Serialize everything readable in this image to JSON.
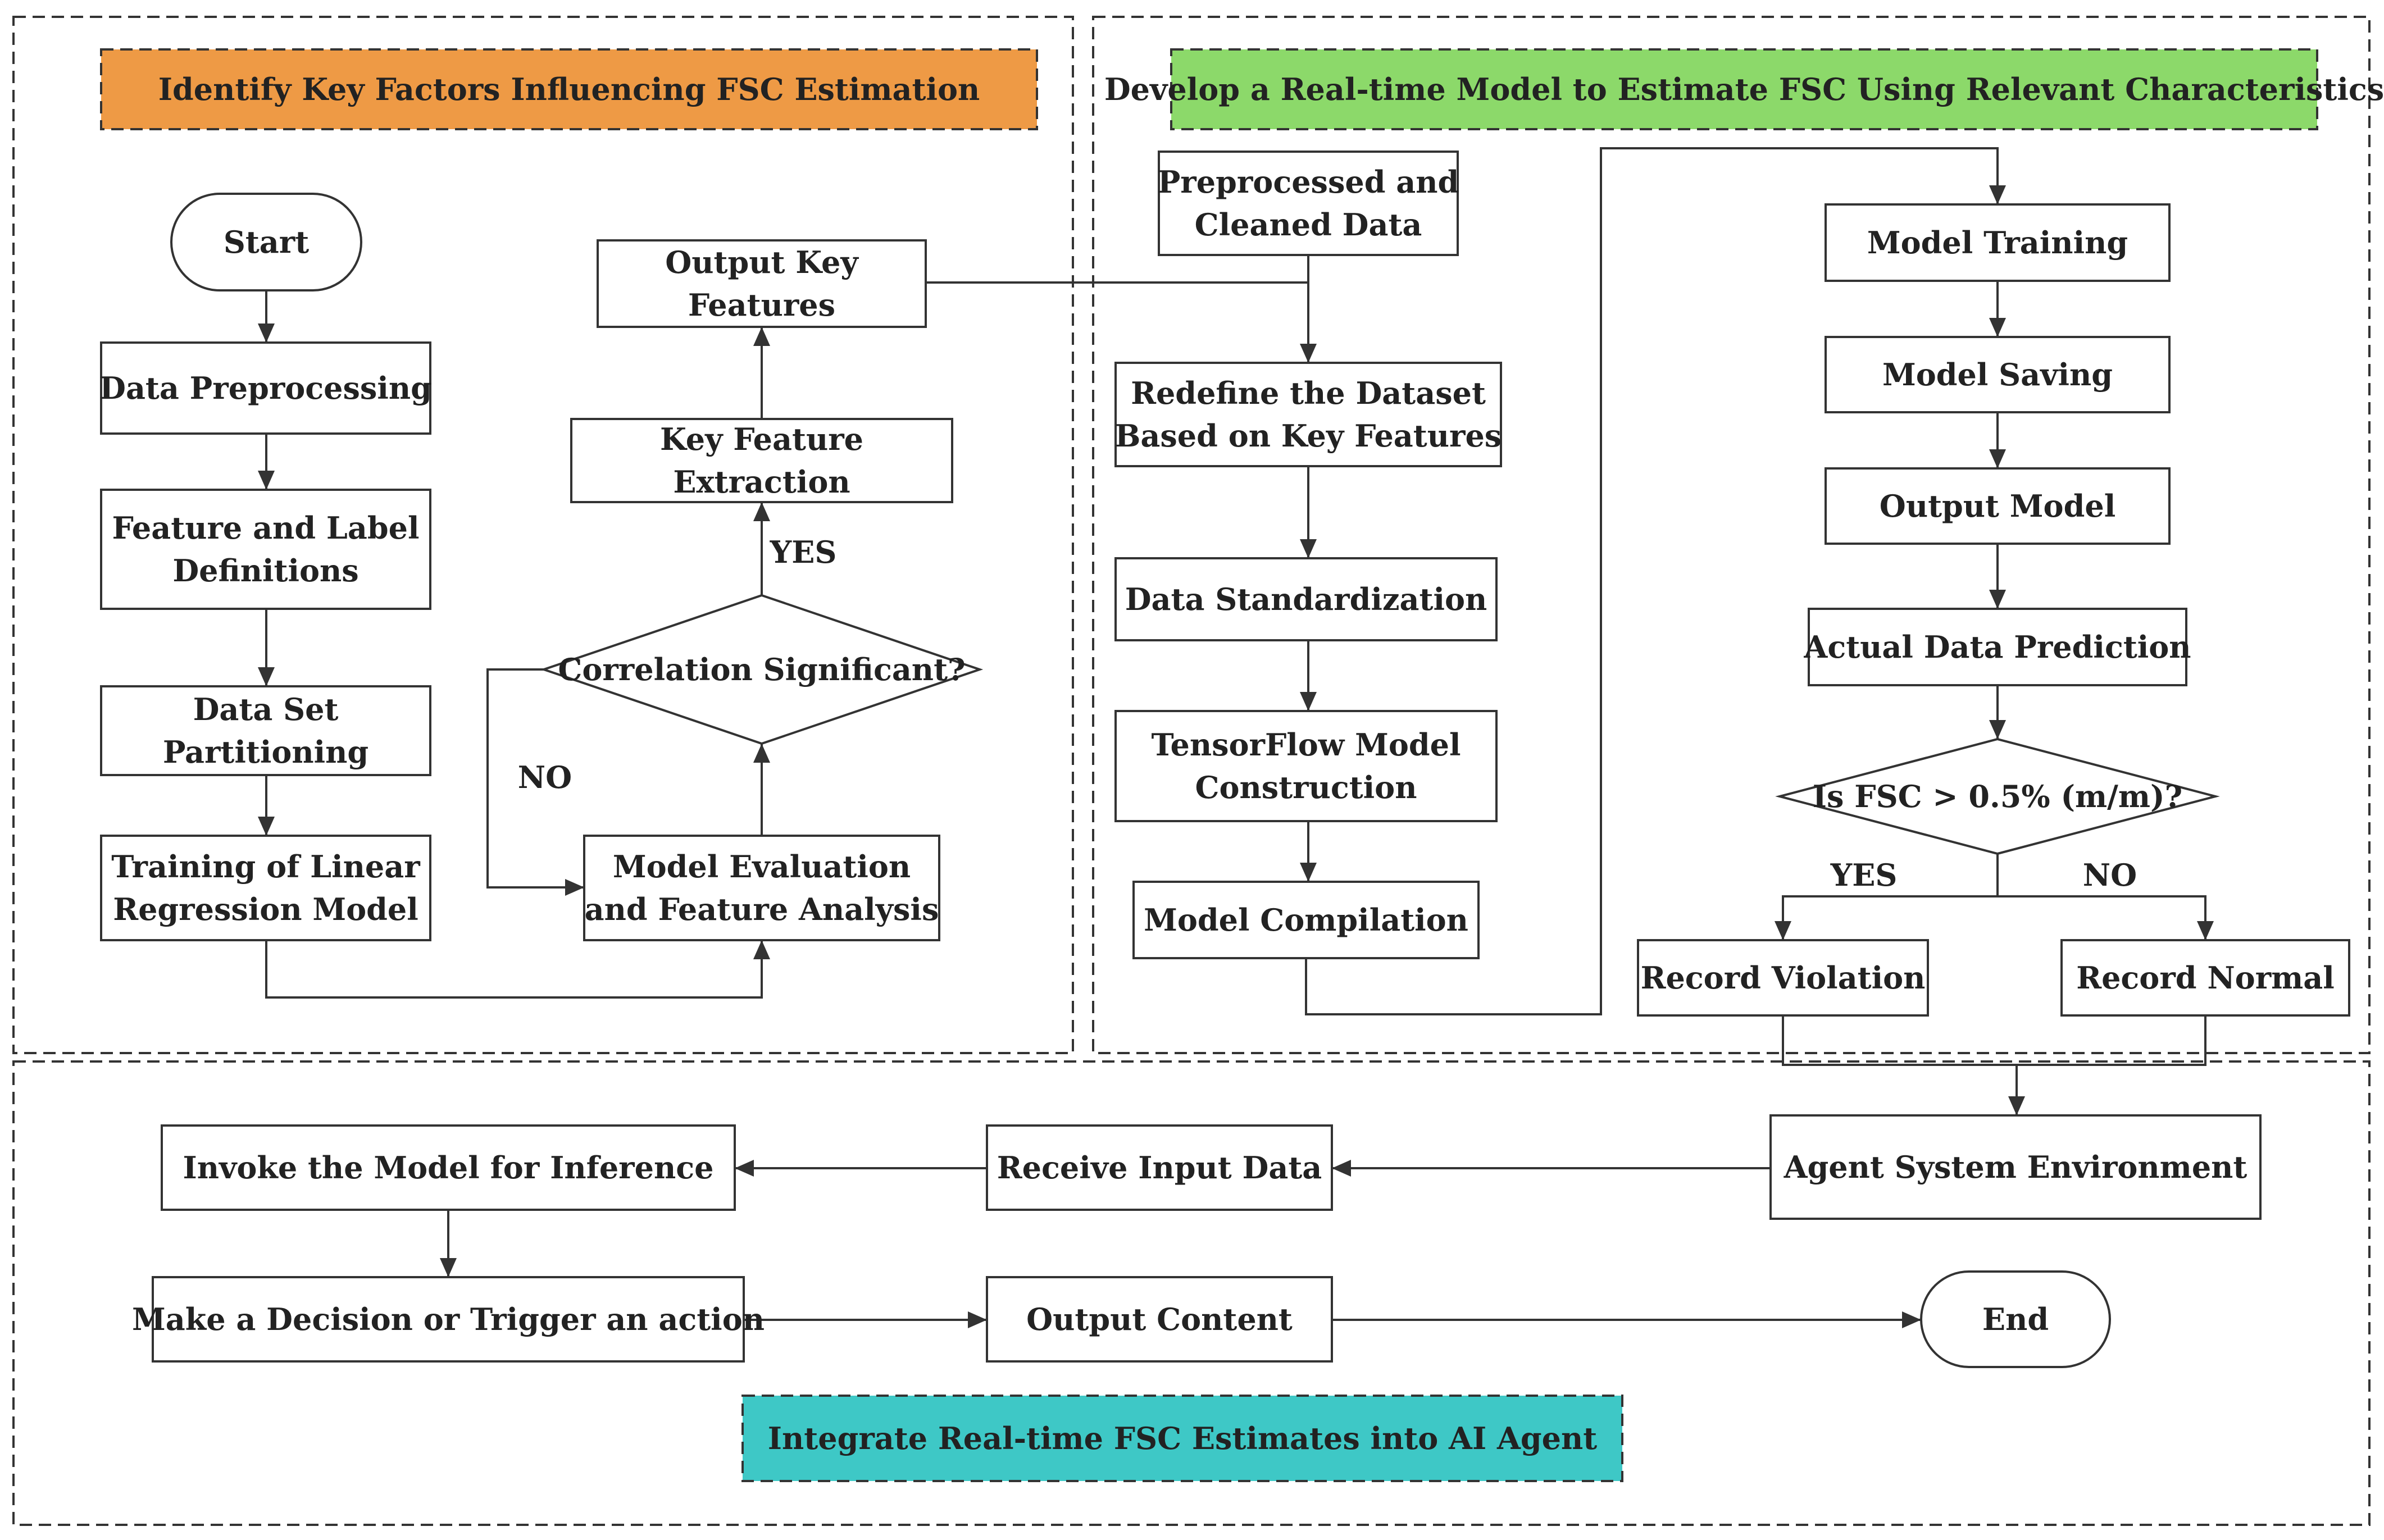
{
  "colors": {
    "stroke": "#333333",
    "banner_orange": "#EE9A45",
    "banner_green": "#8CD96A",
    "banner_teal": "#3EC8C6",
    "background": "#ffffff"
  },
  "sections": {
    "identify": {
      "banner": "Identify Key Factors Influencing FSC Estimation",
      "start": "Start",
      "data_preprocessing": "Data Preprocessing",
      "feature_label": [
        "Feature and Label",
        "Definitions"
      ],
      "partitioning": [
        "Data Set",
        "Partitioning"
      ],
      "training": [
        "Training of Linear",
        "Regression Model"
      ],
      "evaluation": [
        "Model Evaluation",
        "and Feature Analysis"
      ],
      "correlation": "Correlation Significant?",
      "yes": "YES",
      "no": "NO",
      "key_extraction": [
        "Key Feature",
        "Extraction"
      ],
      "output_key": [
        "Output Key",
        "Features"
      ]
    },
    "develop": {
      "banner": "Develop a Real-time Model to Estimate FSC Using Relevant Characteristics",
      "preprocessed": [
        "Preprocessed and",
        "Cleaned Data"
      ],
      "redefine": [
        "Redefine the Dataset",
        "Based on Key Features"
      ],
      "standardization": "Data Standardization",
      "tensorflow": [
        "TensorFlow Model",
        "Construction"
      ],
      "compilation": "Model Compilation",
      "training": "Model Training",
      "saving": "Model Saving",
      "output_model": "Output Model",
      "prediction": "Actual Data Prediction",
      "is_fsc": "Is FSC > 0.5% (m/m)?",
      "yes": "YES",
      "no": "NO",
      "violation": "Record Violation",
      "normal": "Record Normal"
    },
    "integrate": {
      "banner": "Integrate Real-time FSC Estimates into  AI Agent",
      "agent_env": "Agent System Environment",
      "receive": "Receive Input Data",
      "invoke": "Invoke the Model for Inference",
      "decision": "Make a Decision or Trigger an action",
      "output_content": "Output Content",
      "end": "End"
    }
  }
}
